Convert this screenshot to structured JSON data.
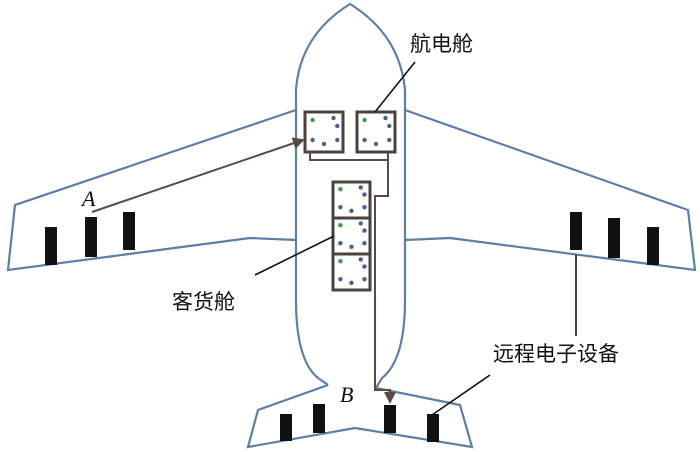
{
  "labels": {
    "avionics_bay": "航电舱",
    "cargo_cabin": "客货舱",
    "remote_electronics": "远程电子设备",
    "point_a": "A",
    "point_b": "B"
  },
  "colors": {
    "outline": "#5b7fa8",
    "wire": "#5a4a44",
    "box": "#4a403c",
    "device": "#111111",
    "dot_blue": "#4a5f8a",
    "dot_green": "#3f9a4a"
  }
}
